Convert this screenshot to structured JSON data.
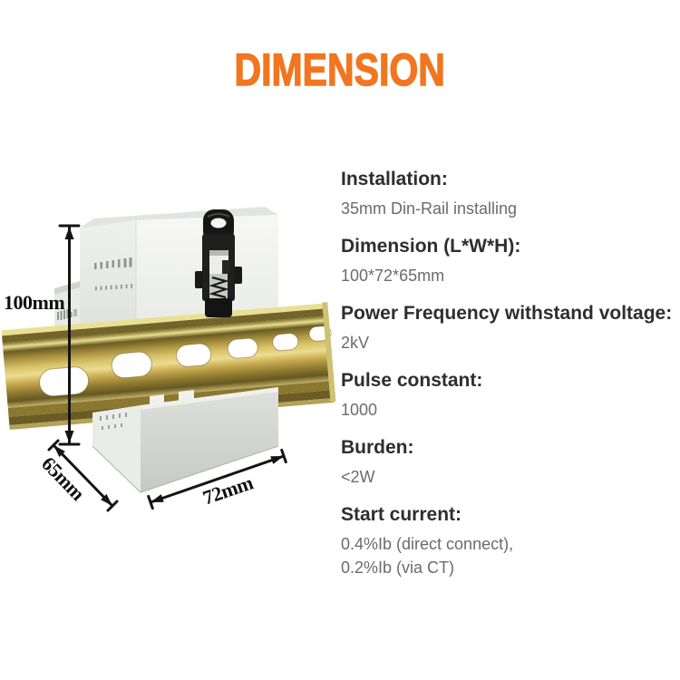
{
  "title": "DIMENSION",
  "colors": {
    "accent_orange": "#F1761F",
    "heading_text": "#2E2E2E",
    "value_text": "#6B6B6B",
    "dimension_label_text": "#101010",
    "rail_gold": "#C9AB4E",
    "meter_body": "#F2F4F0",
    "clip_black": "#1F1F1F"
  },
  "photo": {
    "height_label": "100mm",
    "depth_label": "65mm",
    "width_label": "72mm"
  },
  "specs": [
    {
      "heading": "Installation:",
      "values": [
        "35mm Din-Rail installing"
      ]
    },
    {
      "heading": "Dimension (L*W*H):",
      "values": [
        "100*72*65mm"
      ]
    },
    {
      "heading": "Power Frequency withstand voltage:",
      "values": [
        "2kV"
      ]
    },
    {
      "heading": "Pulse constant:",
      "values": [
        "1000"
      ]
    },
    {
      "heading": "Burden:",
      "values": [
        "<2W"
      ]
    },
    {
      "heading": "Start current:",
      "values": [
        "0.4%Ib (direct connect),",
        "0.2%Ib (via CT)"
      ]
    }
  ]
}
